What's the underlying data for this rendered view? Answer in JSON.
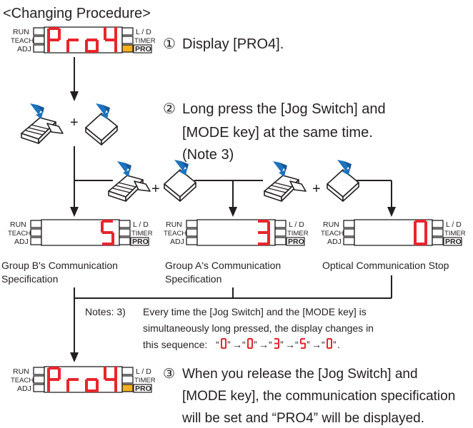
{
  "title": "<Changing Procedure>",
  "panel_labels": {
    "run": "RUN",
    "teach": "TEACH",
    "adj": "ADJ",
    "ld": "L / D",
    "timer": "TIMER",
    "pro": "PRO"
  },
  "step1": {
    "num": "①",
    "text": "Display [PRO4]."
  },
  "step2": {
    "num": "②",
    "line1": "Long press the [Jog Switch] and",
    "line2": "[MODE key] at the same time.",
    "line3": "(Note 3)"
  },
  "plus": "+",
  "captions": {
    "b_line1": "Group B's Communication",
    "b_line2": "Specification",
    "a_line1": "Group A's Communication",
    "a_line2": "Specification",
    "stop": "Optical Communication Stop"
  },
  "notes": {
    "prefix": "Notes: 3)",
    "line1": "Every time the [Jog Switch] and the [MODE key] is",
    "line2": "simultaneously long pressed, the display changes in",
    "line3_prefix": "this sequence: ",
    "q_open": "“",
    "q_close": "”",
    "arrow": "→",
    "end": "."
  },
  "step3": {
    "num": "③",
    "line1": "When you release the [Jog Switch] and",
    "line2": "[MODE key], the communication specification",
    "line3": "will be set and “PRO4” will be displayed."
  },
  "colors": {
    "segment": "#e8252d",
    "pro_indicator": "#f5b21b",
    "line": "#231f20"
  }
}
